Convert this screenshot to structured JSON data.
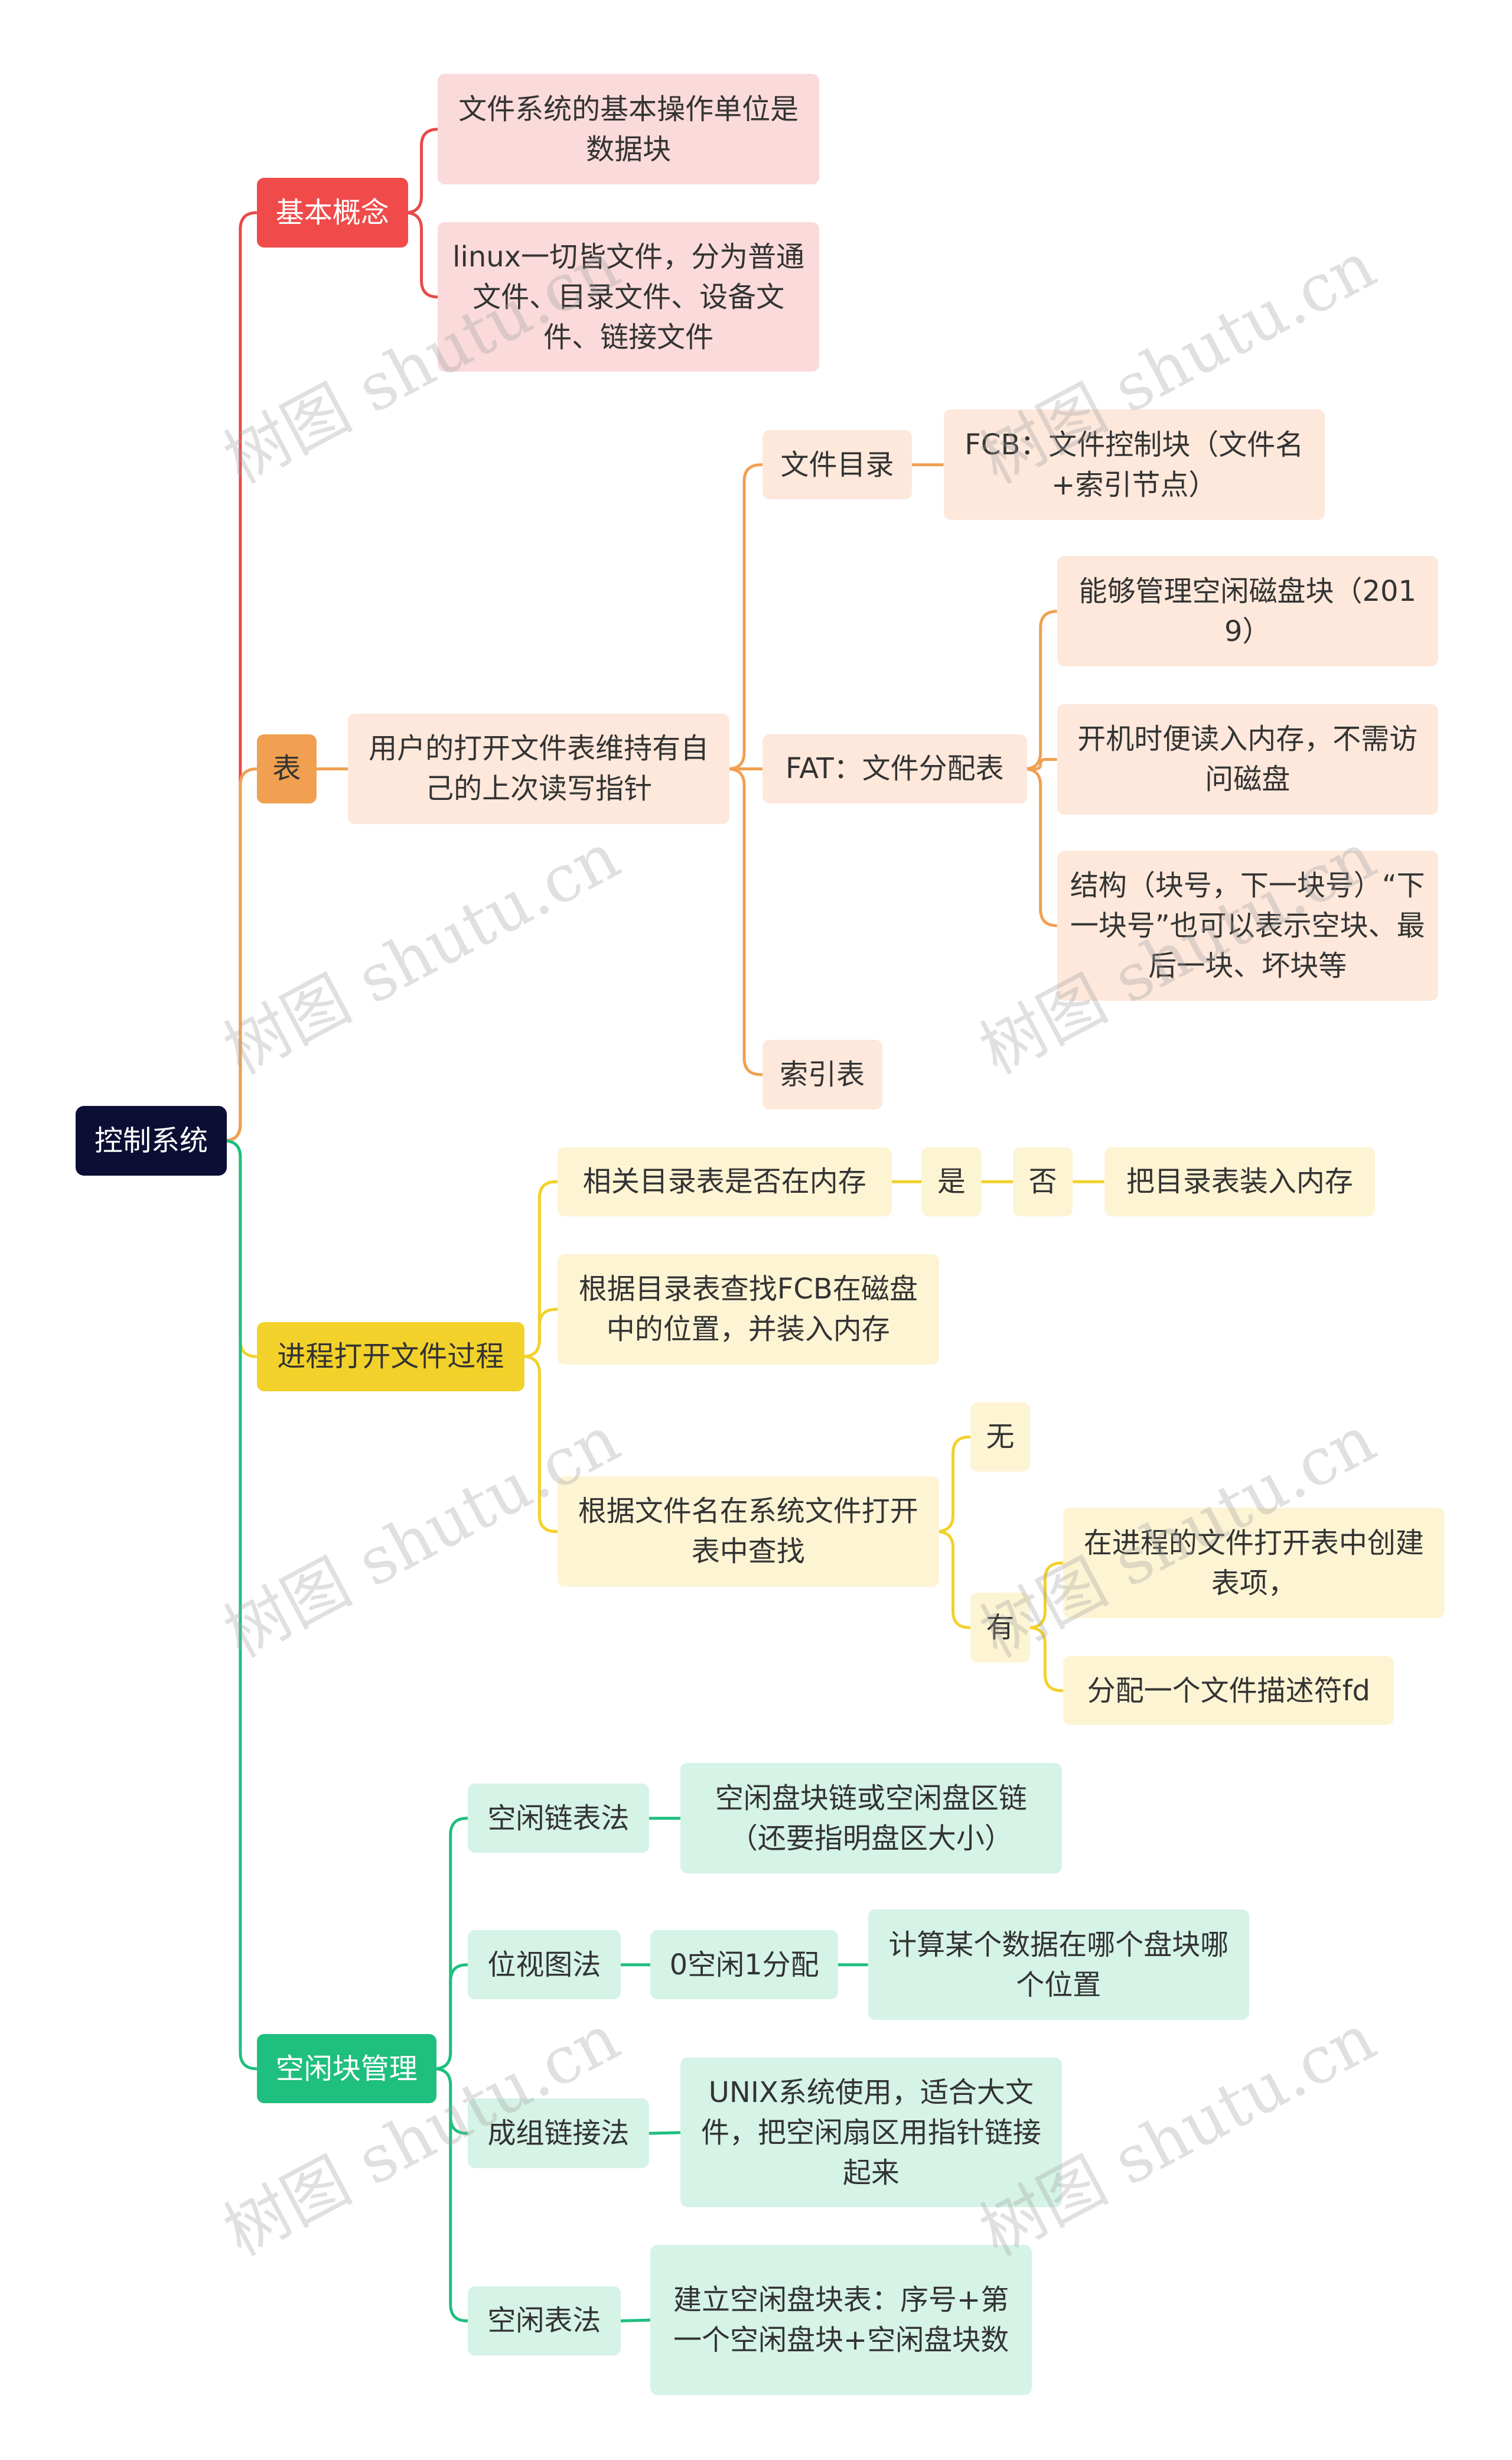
{
  "root": "控制系统",
  "branches": [
    {
      "label": "基本概念",
      "color": "#e84a4a",
      "children": [
        {
          "label": "文件系统的基本操作单位是数据块"
        },
        {
          "label": "linux一切皆文件，分为普通文件、目录文件、设备文件、链接文件"
        }
      ]
    },
    {
      "label": "表",
      "color": "#f0a050",
      "children": [
        {
          "label": "用户的打开文件表维持有自己的上次读写指针",
          "children": [
            {
              "label": "文件目录",
              "children": [
                {
                  "label": "FCB：文件控制块（文件名+索引节点）"
                }
              ]
            },
            {
              "label": "FAT：文件分配表",
              "children": [
                {
                  "label": "能够管理空闲磁盘块（2019）"
                },
                {
                  "label": "开机时便读入内存，不需访问磁盘"
                },
                {
                  "label": "结构（块号，下一块号）“下一块号”也可以表示空块、最后一块、坏块等"
                }
              ]
            },
            {
              "label": "索引表"
            }
          ]
        }
      ]
    },
    {
      "label": "进程打开文件过程",
      "color": "#f2d12a",
      "children": [
        {
          "label": "相关目录表是否在内存",
          "children": [
            {
              "label": "是",
              "children": [
                {
                  "label": "否",
                  "children": [
                    {
                      "label": "把目录表装入内存"
                    }
                  ]
                }
              ]
            }
          ]
        },
        {
          "label": "根据目录表查找FCB在磁盘中的位置，并装入内存"
        },
        {
          "label": "根据文件名在系统文件打开表中查找",
          "children": [
            {
              "label": "无"
            },
            {
              "label": "有",
              "children": [
                {
                  "label": "在进程的文件打开表中创建表项，"
                },
                {
                  "label": "分配一个文件描述符fd"
                }
              ]
            }
          ]
        }
      ]
    },
    {
      "label": "空闲块管理",
      "color": "#1fbf7f",
      "children": [
        {
          "label": "空闲链表法",
          "children": [
            {
              "label": "空闲盘块链或空闲盘区链（还要指明盘区大小）"
            }
          ]
        },
        {
          "label": "位视图法",
          "children": [
            {
              "label": "0空闲1分配",
              "children": [
                {
                  "label": "计算某个数据在哪个盘块哪个位置"
                }
              ]
            }
          ]
        },
        {
          "label": "成组链接法",
          "children": [
            {
              "label": "UNIX系统使用，适合大文件，把空闲扇区用指针链接起来"
            }
          ]
        },
        {
          "label": "空闲表法",
          "children": [
            {
              "label": "建立空闲盘块表：序号+第一个空闲盘块+空闲盘块数"
            }
          ]
        }
      ]
    }
  ],
  "watermark": "树图 shutu.cn"
}
